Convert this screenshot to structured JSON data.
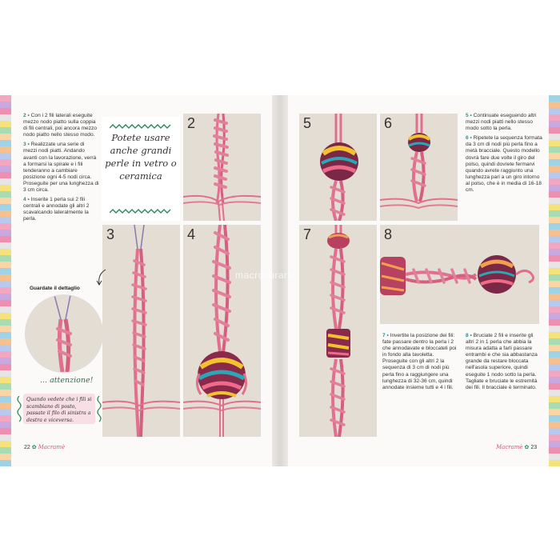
{
  "left_page": {
    "steps": [
      {
        "num": "2 •",
        "text": "Con i 2 fili laterali eseguite mezzo nodo piatto sulla coppia di fili centrali, poi ancora mezzo nodo piatto nello stesso modo."
      },
      {
        "num": "3 •",
        "text": "Realizzate una serie di mezzi nodi piatti. Andando avanti con la lavorazione, verrà a formarsi la spirale e i fili tenderanno a cambiare posizione ogni 4-5 nodi circa. Proseguite per una lunghezza di 3 cm circa."
      },
      {
        "num": "4 •",
        "text": "Inserite 1 perla sui 2 fili centrali e annodate gli altri 2 scavalcando lateralmente la perla."
      }
    ],
    "callout_text": "Potete usare anche grandi perle in vetro o ceramica",
    "detail_label": "Guardate il dettaglio",
    "attention": "... attenzione!",
    "warning_text": "Quando vedete che i fili si scambiano di posto, passate il filo di sinistra a destra e viceversa.",
    "footer_page": "22",
    "footer_brand": "Macramè",
    "photo_numbers": [
      "2",
      "3",
      "4"
    ]
  },
  "right_page": {
    "steps_top": [
      {
        "num": "5 •",
        "text": "Continuate eseguendo altri mezzi nodi piatti nello stesso modo sotto la perla."
      },
      {
        "num": "6 •",
        "text": "Ripetete la sequenza formata da 3 cm di nodi più perla fino a metà bracciale. Questo modello dovrà fare due volte il giro del polso, quindi dovrete fermarvi quando avrete raggiunto una lunghezza pari a un giro intorno al polso, che è in media di 16-18 cm."
      }
    ],
    "step7": {
      "num": "7 •",
      "text": "Invertite la posizione dei fili: fate passare dentro la perla i 2 che annodavate e bloccateli poi in fondo alla tavoletta. Proseguite con gli altri 2 la sequenza di 3 cm di nodi più perla fino a raggiungere una lunghezza di 32-36 cm, quindi annodate insieme tutti e 4 i fili."
    },
    "step8": {
      "num": "8 •",
      "text": "Bruciate 2 fili e inserite gli altri 2 in 1 perla che abbia la misura adatta a farli passare entrambi e che sia abbastanza grande da restare bloccata nell'asola superiore, quindi eseguite 1 nodo sotto la perla. Tagliate e bruciate le estremità dei fili. Il bracciale è terminato."
    },
    "footer_page": "23",
    "footer_brand": "Macramè",
    "photo_numbers": [
      "5",
      "6",
      "7",
      "8"
    ]
  },
  "watermark": "macrolibrarsi",
  "colors": {
    "cord": "#e0708e",
    "cord_dark": "#c64e70",
    "teal": "#2e8d8d",
    "pink_box": "#f8dfe6"
  }
}
